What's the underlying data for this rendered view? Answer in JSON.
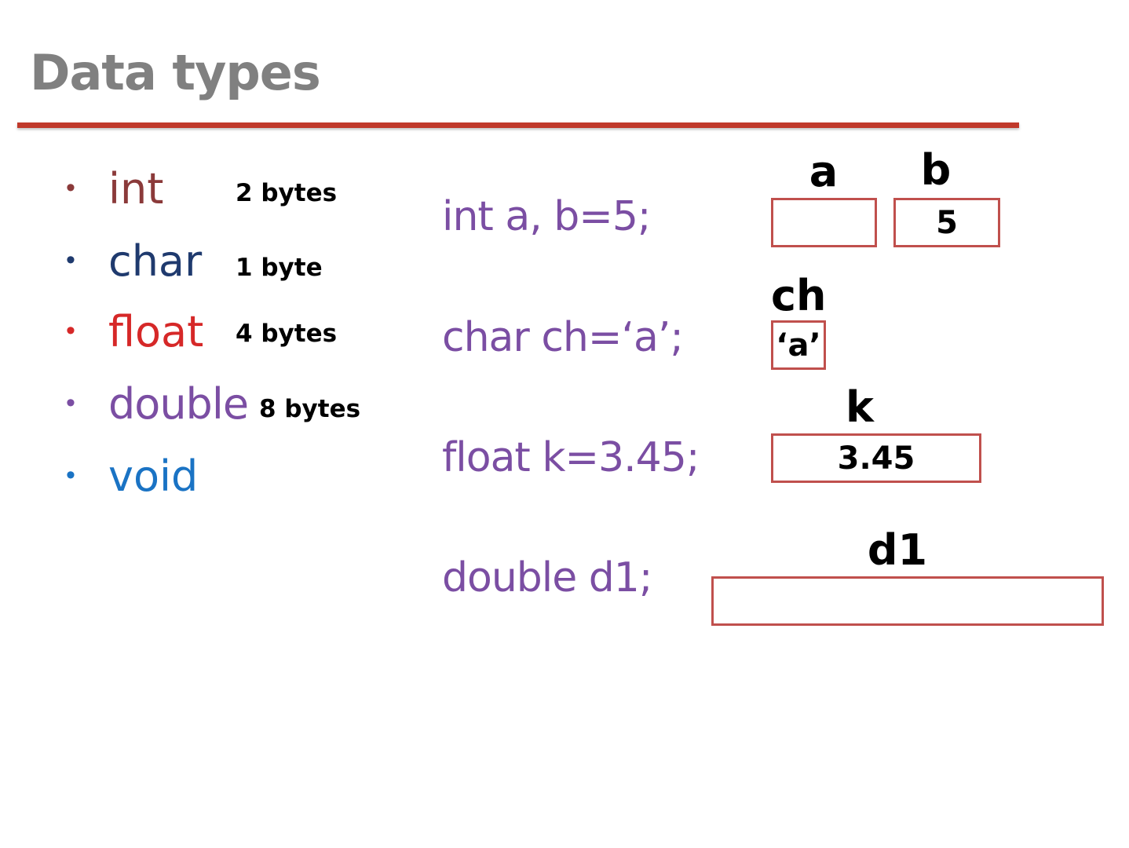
{
  "title": "Data types",
  "colors": {
    "title": "#808080",
    "rule": "#c0392b",
    "int": "#8b3a3a",
    "char": "#1f3a6e",
    "float": "#d62828",
    "double": "#7b4ea3",
    "void": "#1a73c4",
    "declaration": "#7b4ea3",
    "box_border": "#c0504d"
  },
  "types": [
    {
      "name": "int",
      "size": "2 bytes"
    },
    {
      "name": "char",
      "size": "1 byte"
    },
    {
      "name": "float",
      "size": "4 bytes"
    },
    {
      "name": "double",
      "size": "8 bytes"
    },
    {
      "name": "void",
      "size": ""
    }
  ],
  "bullet_symbol": "•",
  "declarations": [
    {
      "code": "int a, b=5;"
    },
    {
      "code": "char ch=‘a’;"
    },
    {
      "code": "float k=3.45;"
    },
    {
      "code": "double d1;"
    }
  ],
  "variables": {
    "a": {
      "label": "a",
      "value": ""
    },
    "b": {
      "label": "b",
      "value": "5"
    },
    "ch": {
      "label": "ch",
      "value": "‘a’"
    },
    "k": {
      "label": "k",
      "value": "3.45"
    },
    "d1": {
      "label": "d1",
      "value": ""
    }
  }
}
